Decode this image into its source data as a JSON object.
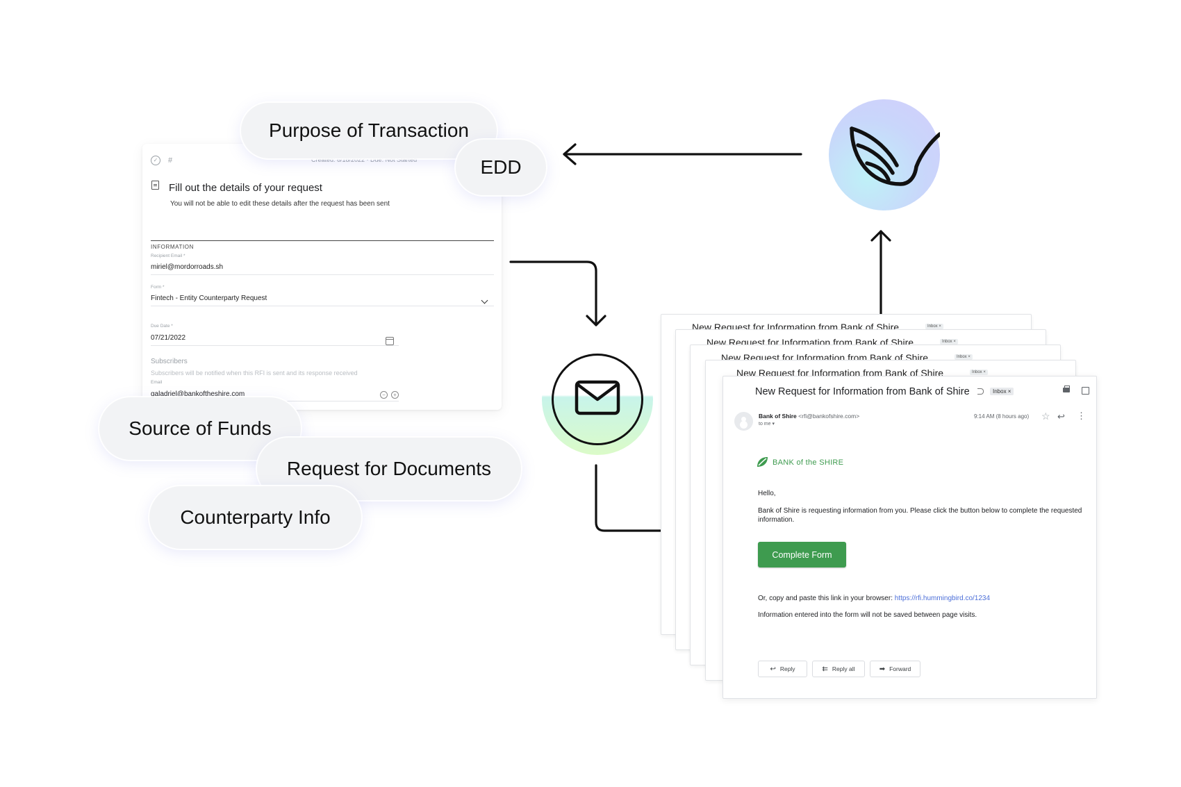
{
  "form": {
    "hash": "#",
    "created": "Created: 6/18/2022 · Due: Not Started",
    "title": "Fill out the details of your request",
    "subtitle": "You will not be able to edit these details after the request has been sent",
    "section": "INFORMATION",
    "recipient_label": "Recipient Email *",
    "recipient_value": "miriel@mordorroads.sh",
    "form_label": "Form *",
    "form_value": "Fintech - Entity Counterparty Request",
    "due_label": "Due Date *",
    "due_value": "07/21/2022",
    "subscribers_heading": "Subscribers",
    "subscribers_help": "Subscribers will be notified when this RFI is sent and its response received",
    "email_label": "Email",
    "email_value": "galadriel@bankoftheshire.com"
  },
  "pills": {
    "purpose": "Purpose of Transaction",
    "edd": "EDD",
    "source": "Source of Funds",
    "documents": "Request for Documents",
    "counterparty": "Counterparty Info"
  },
  "email": {
    "subject": "New Request for Information from Bank of Shire",
    "inbox_tag": "Inbox ×",
    "sender_name": "Bank of Shire",
    "sender_address": "<rfi@bankofshire.com>",
    "to": "to me ▾",
    "time": "9:14 AM (8 hours ago)",
    "bank_brand": "BANK of the SHIRE",
    "greeting": "Hello,",
    "message": "Bank of Shire is requesting information from you. Please click the button below to complete the requested information.",
    "cta": "Complete Form",
    "copy_text": "Or, copy and paste this link in your browser: ",
    "link": "https://rfi.hummingbird.co/1234",
    "note": "Information entered into the form will not be saved between page visits.",
    "reply": "Reply",
    "reply_all": "Reply all",
    "forward": "Forward"
  },
  "colors": {
    "brand_green": "#3e9b4f",
    "link_blue": "#4c6fd8",
    "logo_gradient": [
      "#bff1f7",
      "#d3cdfb"
    ],
    "mail_gradient": [
      "#c8f4ea",
      "#dbfbc8"
    ]
  },
  "icons": [
    "check-circle-icon",
    "document-icon",
    "chevron-down-icon",
    "calendar-icon",
    "hummingbird-logo-icon",
    "envelope-icon",
    "star-icon",
    "reply-icon",
    "more-icon",
    "print-icon",
    "popout-icon"
  ]
}
